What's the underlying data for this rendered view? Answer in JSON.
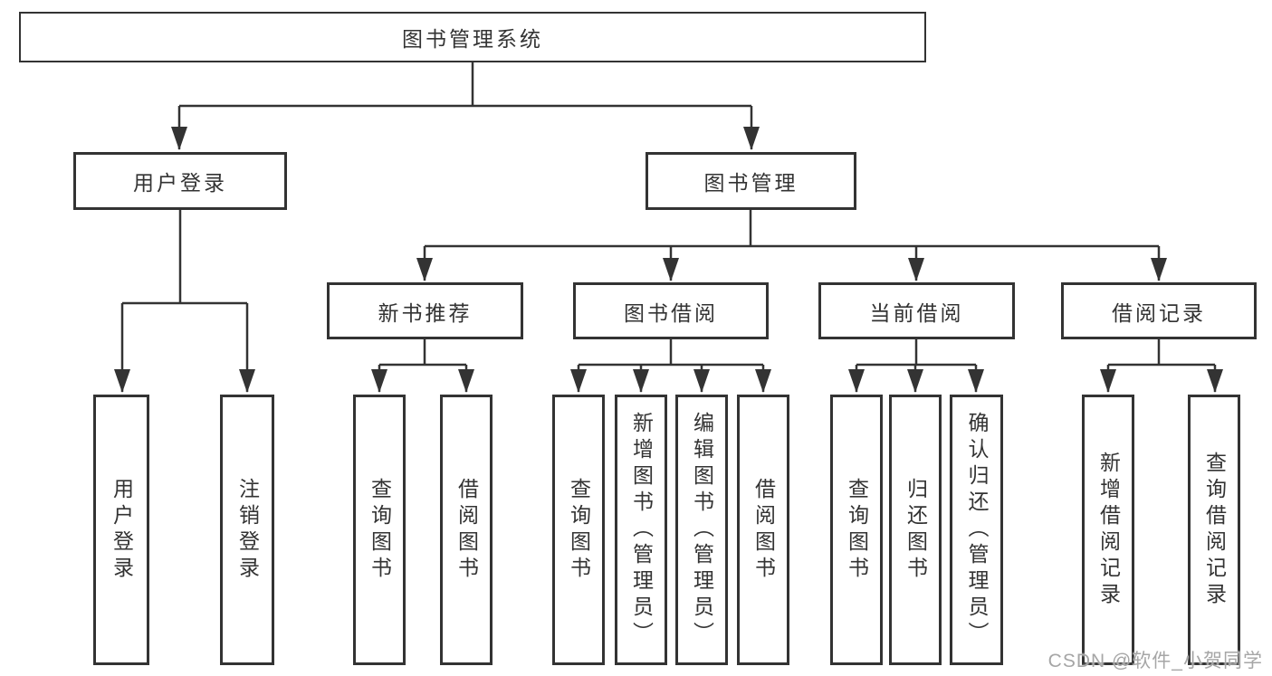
{
  "diagram_title": "图书管理系统",
  "nodes": {
    "root": "图书管理系统",
    "level2": [
      "用户登录",
      "图书管理"
    ],
    "level3": [
      "新书推荐",
      "图书借阅",
      "当前借阅",
      "借阅记录"
    ],
    "leaves_user_login": [
      "用户登录",
      "注销登录"
    ],
    "leaves_new_books": [
      "查询图书",
      "借阅图书"
    ],
    "leaves_book_borrow": [
      "查询图书",
      "新增图书（管理员）",
      "编辑图书（管理员）",
      "借阅图书"
    ],
    "leaves_current_borrow": [
      "查询图书",
      "归还图书",
      "确认归还（管理员）"
    ],
    "leaves_borrow_records": [
      "新增借阅记录",
      "查询借阅记录"
    ]
  },
  "watermark": {
    "text": "CSDN @软件_小贺同学"
  },
  "colors": {
    "background": "#ffffff",
    "box_border": "#333333",
    "line": "#333333",
    "text": "#333333",
    "watermark": "#a6a6a6"
  }
}
